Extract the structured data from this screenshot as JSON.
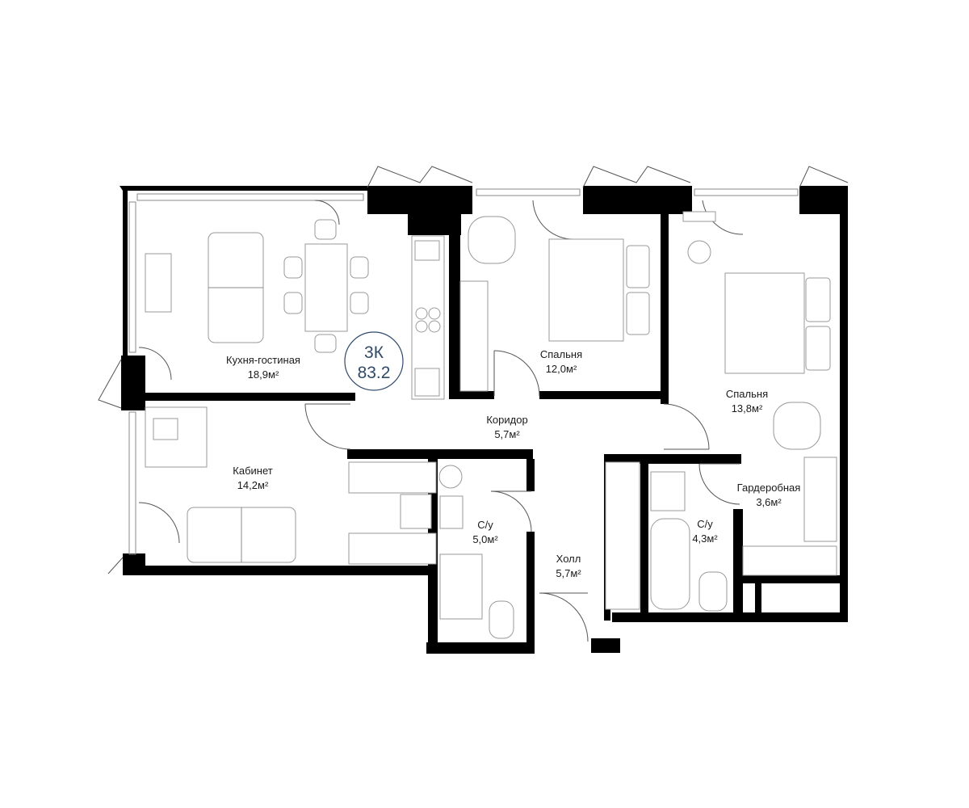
{
  "unit_badge": {
    "type": "3К",
    "area": "83.2",
    "color": "#2f4a6a"
  },
  "rooms": [
    {
      "id": "kitchen",
      "name": "Кухня-гостиная",
      "area": "18,9м²"
    },
    {
      "id": "bedroom1",
      "name": "Спальня",
      "area": "12,0м²"
    },
    {
      "id": "bedroom2",
      "name": "Спальня",
      "area": "13,8м²"
    },
    {
      "id": "corridor",
      "name": "Коридор",
      "area": "5,7м²"
    },
    {
      "id": "office",
      "name": "Кабинет",
      "area": "14,2м²"
    },
    {
      "id": "bath1",
      "name": "С/у",
      "area": "5,0м²"
    },
    {
      "id": "hall",
      "name": "Холл",
      "area": "5,7м²"
    },
    {
      "id": "bath2",
      "name": "С/у",
      "area": "4,3м²"
    },
    {
      "id": "wardrobe",
      "name": "Гардеробная",
      "area": "3,6м²"
    }
  ],
  "colors": {
    "wall": "#000000",
    "furniture_line": "#9a9a9a",
    "badge": "#2f4a6a"
  }
}
